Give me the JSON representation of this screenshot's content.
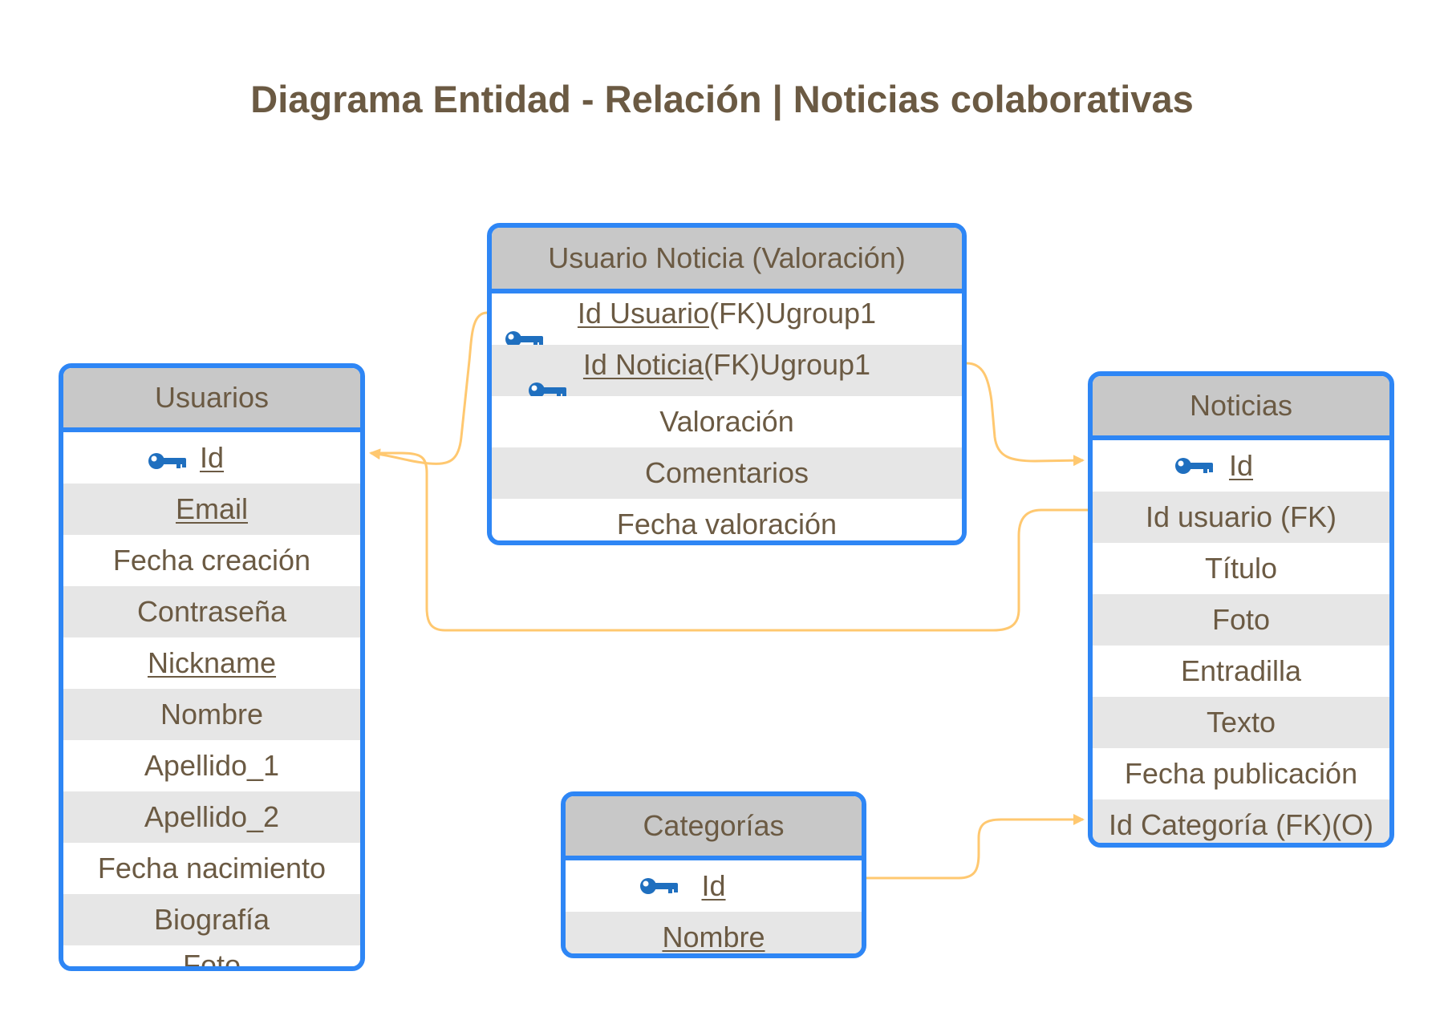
{
  "title": "Diagrama Entidad - Relación | Noticias colaborativas",
  "colors": {
    "border": "#2e86f5",
    "header": "#c8c8c8",
    "stripe": "#e6e6e6",
    "text": "#6b5a43",
    "connector": "#ffc870",
    "key": "#1f6fbf"
  },
  "entities": {
    "usuarios": {
      "name": "Usuarios",
      "fields": [
        {
          "label": "Id",
          "pk": true
        },
        {
          "label": "Email"
        },
        {
          "label": "Fecha creación"
        },
        {
          "label": "Contraseña"
        },
        {
          "label": "Nickname"
        },
        {
          "label": "Nombre"
        },
        {
          "label": "Apellido_1"
        },
        {
          "label": "Apellido_2"
        },
        {
          "label": "Fecha nacimiento"
        },
        {
          "label": "Biografía"
        },
        {
          "label": "Foto"
        }
      ]
    },
    "usuario_noticia": {
      "name": "Usuario Noticia (Valoración)",
      "fields": [
        {
          "label": "Id Usuario",
          "suffix": " (FK)Ugroup1",
          "pk": true
        },
        {
          "label": "Id Noticia",
          "suffix": " (FK)Ugroup1",
          "pk": true
        },
        {
          "label": "Valoración"
        },
        {
          "label": "Comentarios"
        },
        {
          "label": "Fecha valoración"
        }
      ]
    },
    "noticias": {
      "name": "Noticias",
      "fields": [
        {
          "label": "Id",
          "pk": true
        },
        {
          "label": "Id usuario (FK)"
        },
        {
          "label": "Título"
        },
        {
          "label": "Foto"
        },
        {
          "label": "Entradilla"
        },
        {
          "label": "Texto"
        },
        {
          "label": "Fecha publicación"
        },
        {
          "label": "Id Categoría (FK)(O)"
        }
      ]
    },
    "categorias": {
      "name": "Categorías",
      "fields": [
        {
          "label": "Id",
          "pk": true
        },
        {
          "label": "Nombre"
        }
      ]
    }
  },
  "relationships": [
    {
      "from": "Usuario Noticia (Valoración).Id Usuario",
      "to": "Usuarios.Id"
    },
    {
      "from": "Usuario Noticia (Valoración).Id Noticia",
      "to": "Noticias.Id"
    },
    {
      "from": "Noticias.Id usuario (FK)",
      "to": "Usuarios.Id"
    },
    {
      "from": "Categorías.Id",
      "to": "Noticias.Id Categoría (FK)(O)"
    }
  ]
}
